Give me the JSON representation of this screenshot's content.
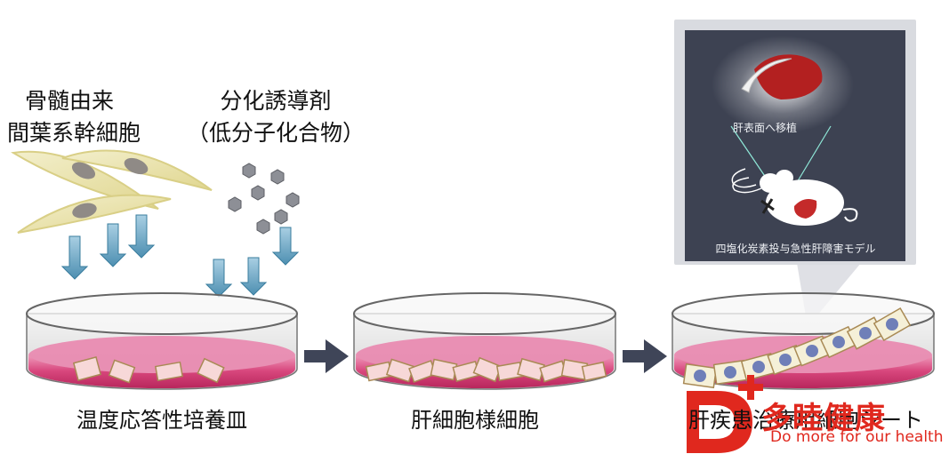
{
  "labels": {
    "msc": "骨髄由来\n間葉系幹細胞",
    "inducer_line1": "分化誘導剤",
    "inducer_line2": "（低分子化合物）",
    "dish1": "温度応答性培養皿",
    "dish2": "肝細胞様細胞",
    "dish3": "肝疾患治療用細胞シート"
  },
  "inset": {
    "title": "肝表面へ移植",
    "caption": "四塩化炭素投与急性肝障害モデル"
  },
  "logo": {
    "letter": "D",
    "brand": "多睦健康",
    "tagline": "Do more for our health"
  },
  "colors": {
    "medium": "#d8477d",
    "cell_fill": "#f7d8d8",
    "cell_border": "#a98a55",
    "arrow": "#3f4558",
    "inset_bg": "#3d4252",
    "logo_red": "#e0281e"
  }
}
